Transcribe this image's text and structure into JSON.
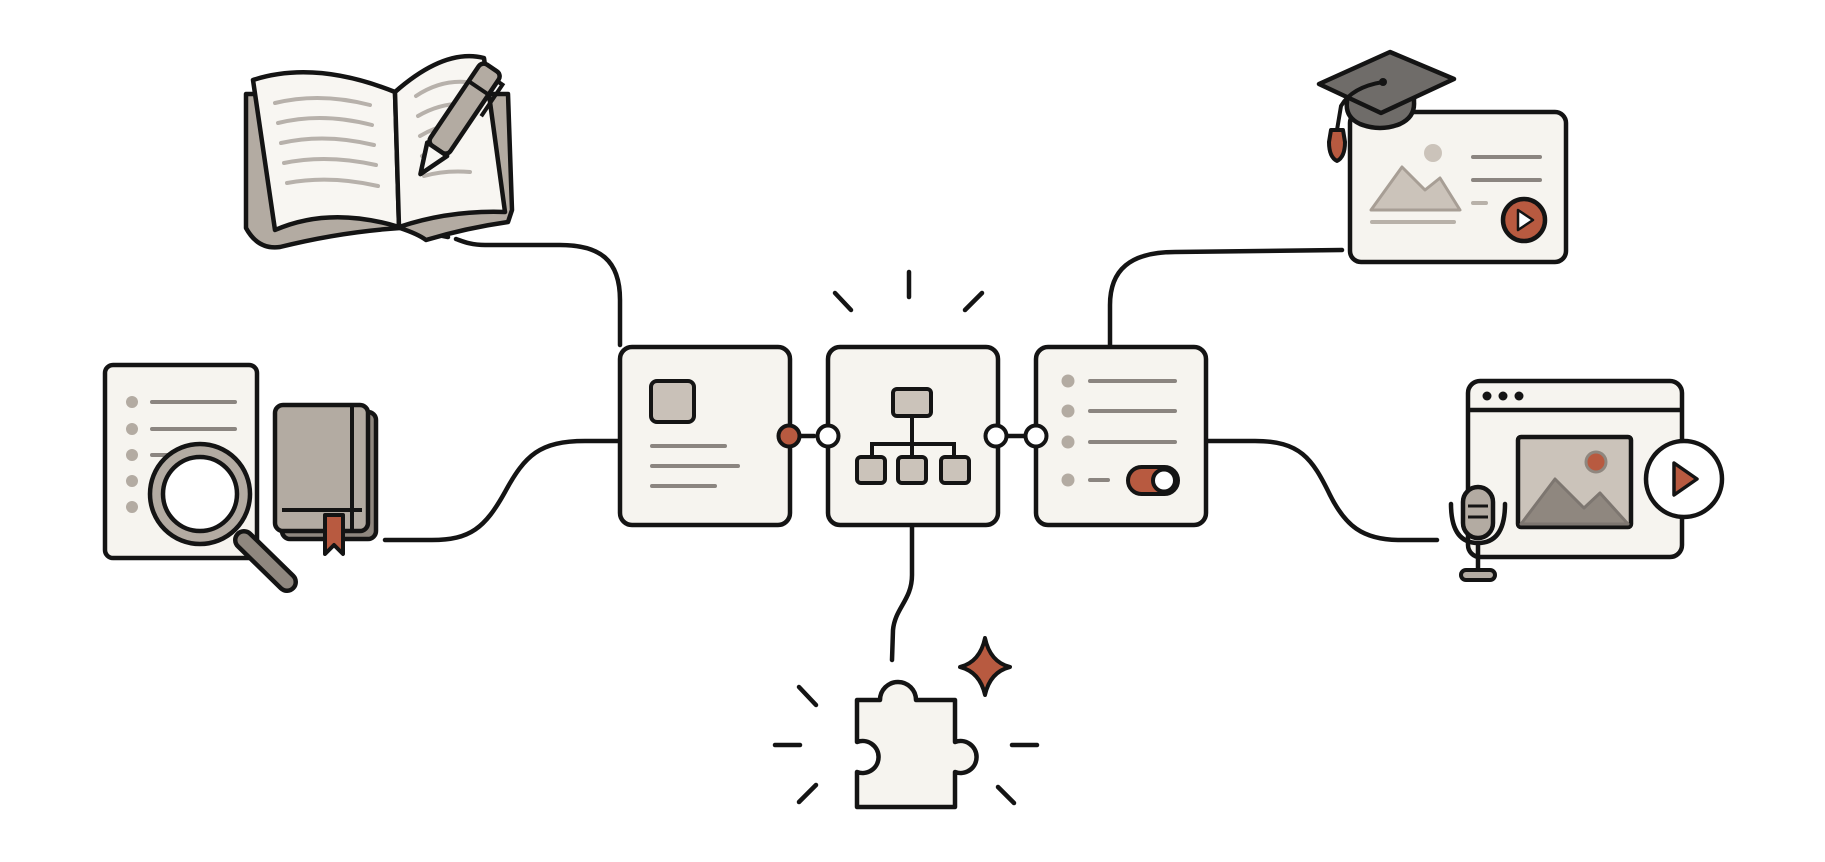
{
  "colors": {
    "background": "#ffffff",
    "stroke": "#141414",
    "paper": "#f6f4ef",
    "taupe": "#b3aba2",
    "taupe_dark": "#8f877f",
    "taupe_light": "#cbc3ba",
    "gray_cap": "#6f6c69",
    "line_gray": "#8b8580",
    "accent": "#b85a40"
  },
  "nodes": [
    {
      "id": "hub-content",
      "icon": "content-block-icon"
    },
    {
      "id": "hub-structure",
      "icon": "hierarchy-icon"
    },
    {
      "id": "hub-settings",
      "icon": "checklist-toggle-icon"
    }
  ],
  "resources": [
    {
      "id": "notebook",
      "icon": "open-book-pen-icon"
    },
    {
      "id": "research",
      "icon": "document-magnifier-book-icon"
    },
    {
      "id": "course",
      "icon": "graduation-cap-media-card-icon"
    },
    {
      "id": "media",
      "icon": "browser-video-microphone-icon"
    },
    {
      "id": "puzzle",
      "icon": "puzzle-piece-sparkle-icon"
    }
  ]
}
